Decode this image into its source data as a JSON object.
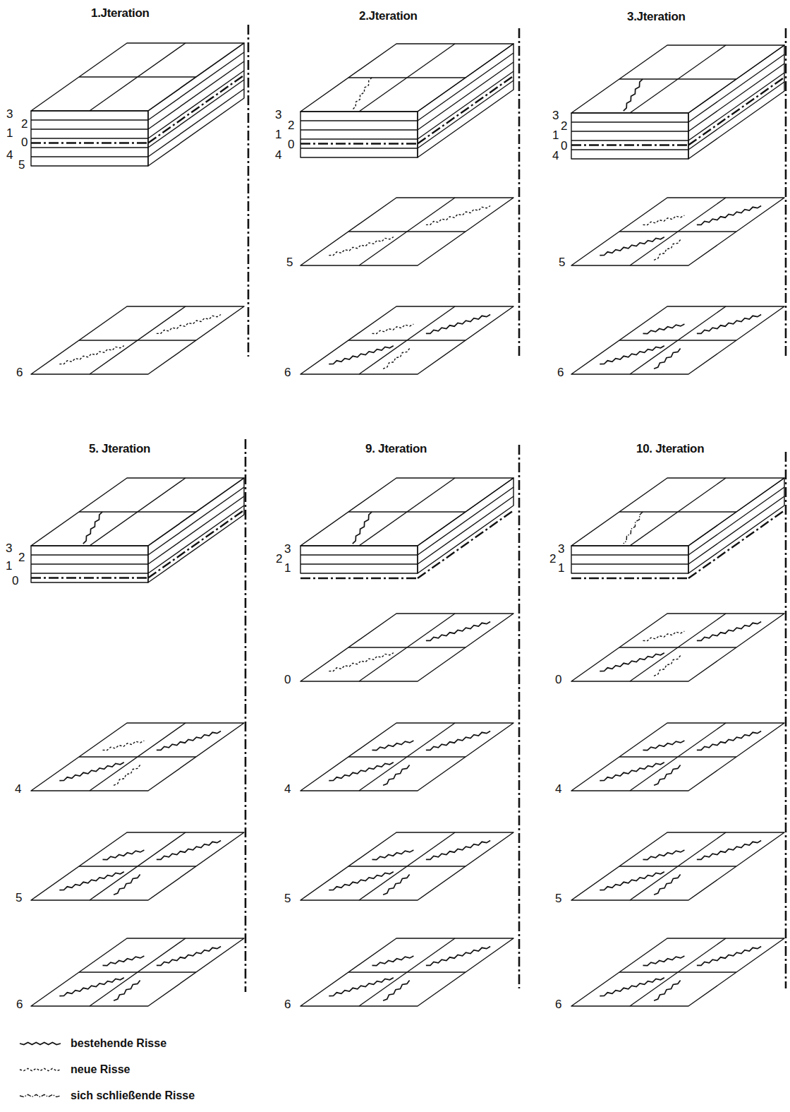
{
  "diagram": {
    "labels": [
      "1.Jteration",
      "2.Jteration",
      "3.Jteration",
      "3",
      "2",
      "1",
      "0",
      "4",
      "5",
      "6",
      "3",
      "2",
      "1",
      "0",
      "4",
      "5",
      "6",
      "3",
      "2",
      "1",
      "0",
      "4",
      "5",
      "6",
      "5. Jteration",
      "9. Jteration",
      "10. Jteration",
      "3",
      "2",
      "1",
      "0",
      "4",
      "5",
      "6",
      "2",
      "3",
      "1",
      "0",
      "4",
      "5",
      "6",
      "2",
      "3",
      "1",
      "0",
      "4",
      "5",
      "6"
    ],
    "legend": [
      {
        "text": "bestehende Risse"
      },
      {
        "text": "neue Risse"
      },
      {
        "text": "sich schließende Risse"
      }
    ]
  }
}
